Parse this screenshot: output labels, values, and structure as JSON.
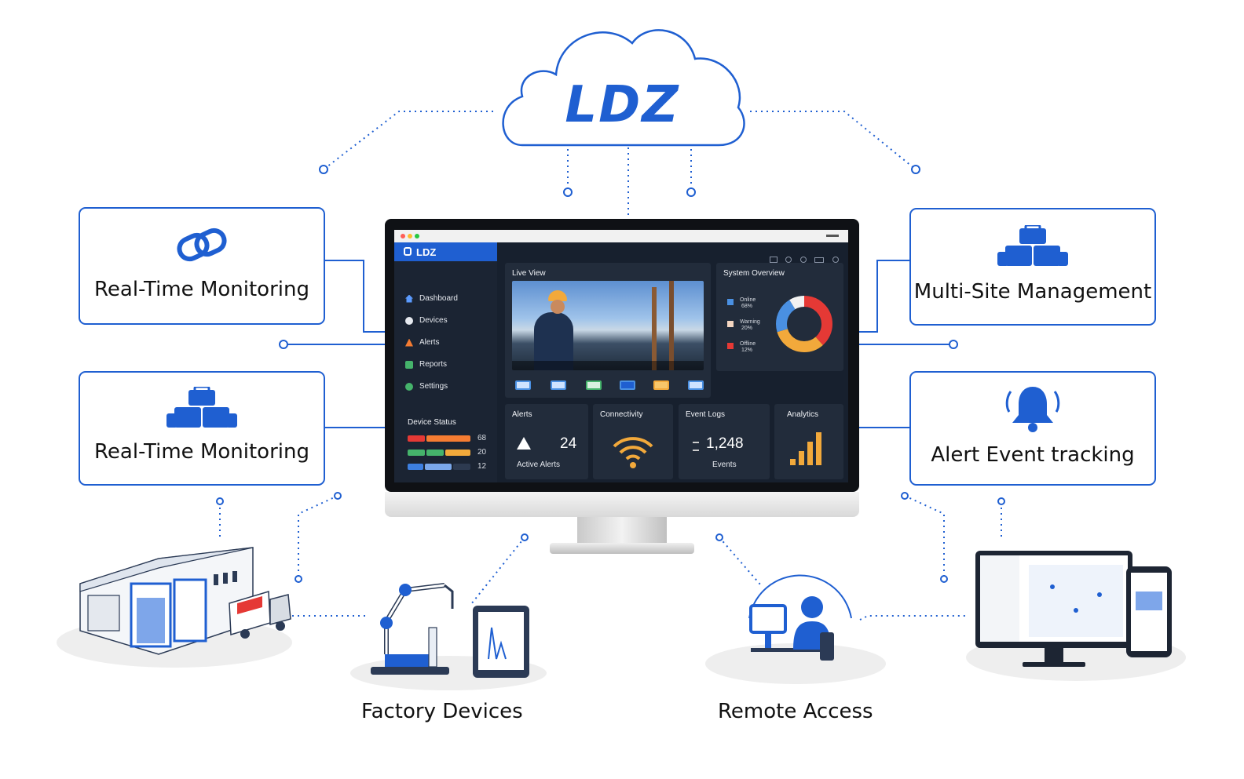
{
  "cloud": {
    "brand": "LDZ"
  },
  "cards": {
    "top_left": "Real-Time Monitoring",
    "bottom_left": "Real-Time Monitoring",
    "top_right": "Multi-Site Management",
    "bottom_right": "Alert Event tracking"
  },
  "icons": {
    "top_left": "link-icon",
    "bottom_left": "stacked-boxes-icon",
    "top_right": "stacked-boxes-icon",
    "bottom_right": "bell-icon"
  },
  "bottom_labels": {
    "factory": "Factory Devices",
    "remote": "Remote Access"
  },
  "dashboard": {
    "brand": "LDZ",
    "nav": [
      "Dashboard",
      "Devices",
      "Alerts",
      "Reports",
      "Settings"
    ],
    "device_status": {
      "title": "Device Status",
      "values": [
        "68",
        "20",
        "12"
      ]
    },
    "live_view": {
      "title": "Live View"
    },
    "system_overview": {
      "title": "System Overview",
      "legend": [
        {
          "label": "Online",
          "value": "68%"
        },
        {
          "label": "Warning",
          "value": "20%"
        },
        {
          "label": "Offline",
          "value": "12%"
        }
      ]
    },
    "alerts": {
      "title": "Alerts",
      "count": "24",
      "caption": "Active Alerts"
    },
    "connectivity": {
      "title": "Connectivity"
    },
    "event_logs": {
      "title": "Event Logs",
      "count": "1,248",
      "caption": "Events"
    },
    "analytics": {
      "title": "Analytics"
    }
  },
  "colors": {
    "accent": "#1f5fd1",
    "online": "#4a90e2",
    "warning": "#f2a93b",
    "offline": "#e53935"
  }
}
